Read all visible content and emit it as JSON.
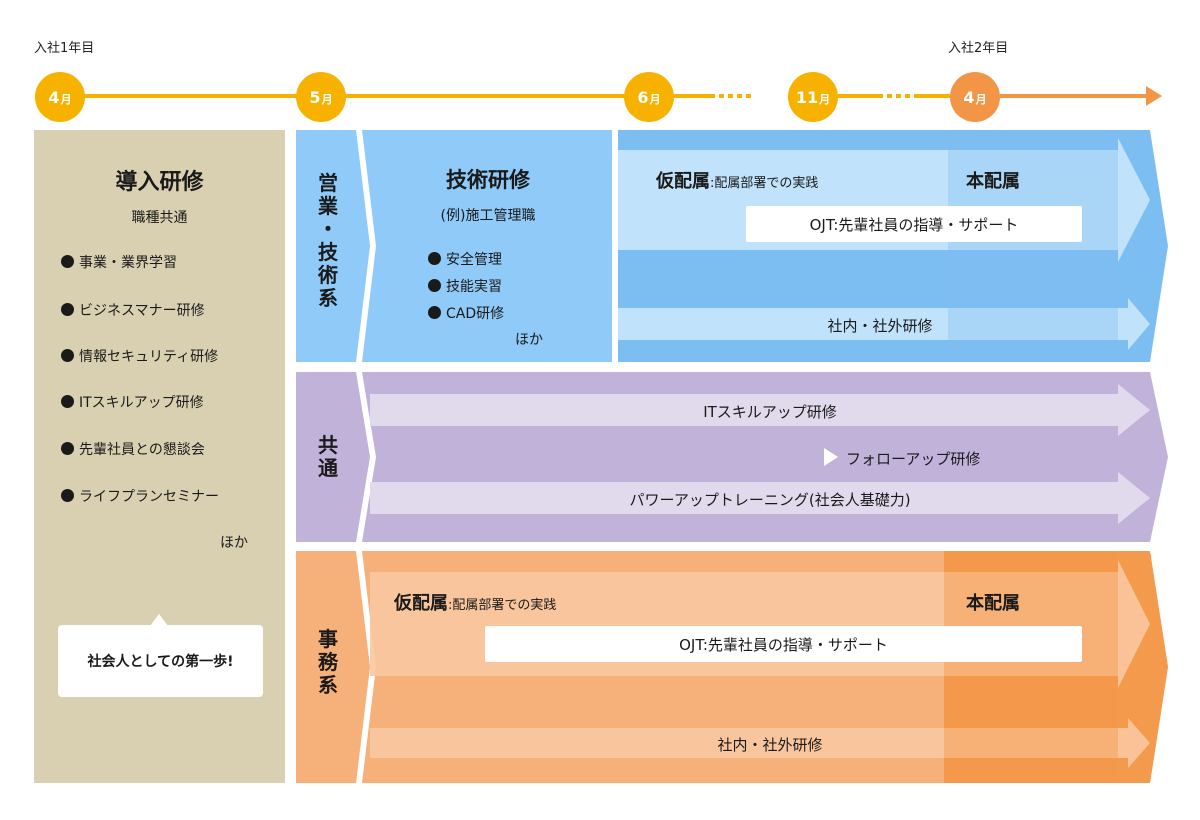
{
  "timeline": {
    "year1_label": "入社1年目",
    "year2_label": "入社2年目",
    "months": [
      {
        "num": "4",
        "unit": "月"
      },
      {
        "num": "5",
        "unit": "月"
      },
      {
        "num": "6",
        "unit": "月"
      },
      {
        "num": "11",
        "unit": "月"
      },
      {
        "num": "4",
        "unit": "月"
      }
    ]
  },
  "intro": {
    "title": "導入研修",
    "subtitle": "職種共通",
    "items": [
      "事業・業界学習",
      "ビジネスマナー研修",
      "情報セキュリティ研修",
      "ITスキルアップ研修",
      "先輩社員との懇談会",
      "ライフプランセミナー"
    ],
    "more": "ほか",
    "bubble": "社会人としての第一歩!"
  },
  "sales": {
    "label": [
      "営",
      "業",
      "・",
      "技",
      "術",
      "系"
    ],
    "tech_title": "技術研修",
    "tech_sub": "(例)施工管理職",
    "tech_items": [
      "安全管理",
      "技能実習",
      "CAD研修"
    ],
    "tech_more": "ほか",
    "temp_title": "仮配属",
    "temp_desc": ":配属部署での実践",
    "main_title": "本配属",
    "ojt": "OJT:先輩社員の指導・サポート",
    "training": "社内・社外研修"
  },
  "common": {
    "label": [
      "共",
      "通"
    ],
    "row1": "ITスキルアップ研修",
    "row2": "フォローアップ研修",
    "row3": "パワーアップトレーニング(社会人基礎力)"
  },
  "office": {
    "label": [
      "事",
      "務",
      "系"
    ],
    "temp_title": "仮配属",
    "temp_desc": ":配属部署での実践",
    "main_title": "本配属",
    "ojt": "OJT:先輩社員の指導・サポート",
    "training": "社内・社外研修"
  },
  "colors": {
    "yellow": "#f7b200",
    "orange": "#f39547",
    "intro_bg": "#d9d0b1",
    "blue_dark": "#7dbef2",
    "blue_mid": "#8fcaf8",
    "blue_light": "#c4e4fb",
    "purple": "#c0b2d9",
    "purple_light": "#e0daec",
    "orange_light": "#f9c8a0",
    "orange_mid": "#f6b07a",
    "orange_dark": "#f49a4c"
  }
}
